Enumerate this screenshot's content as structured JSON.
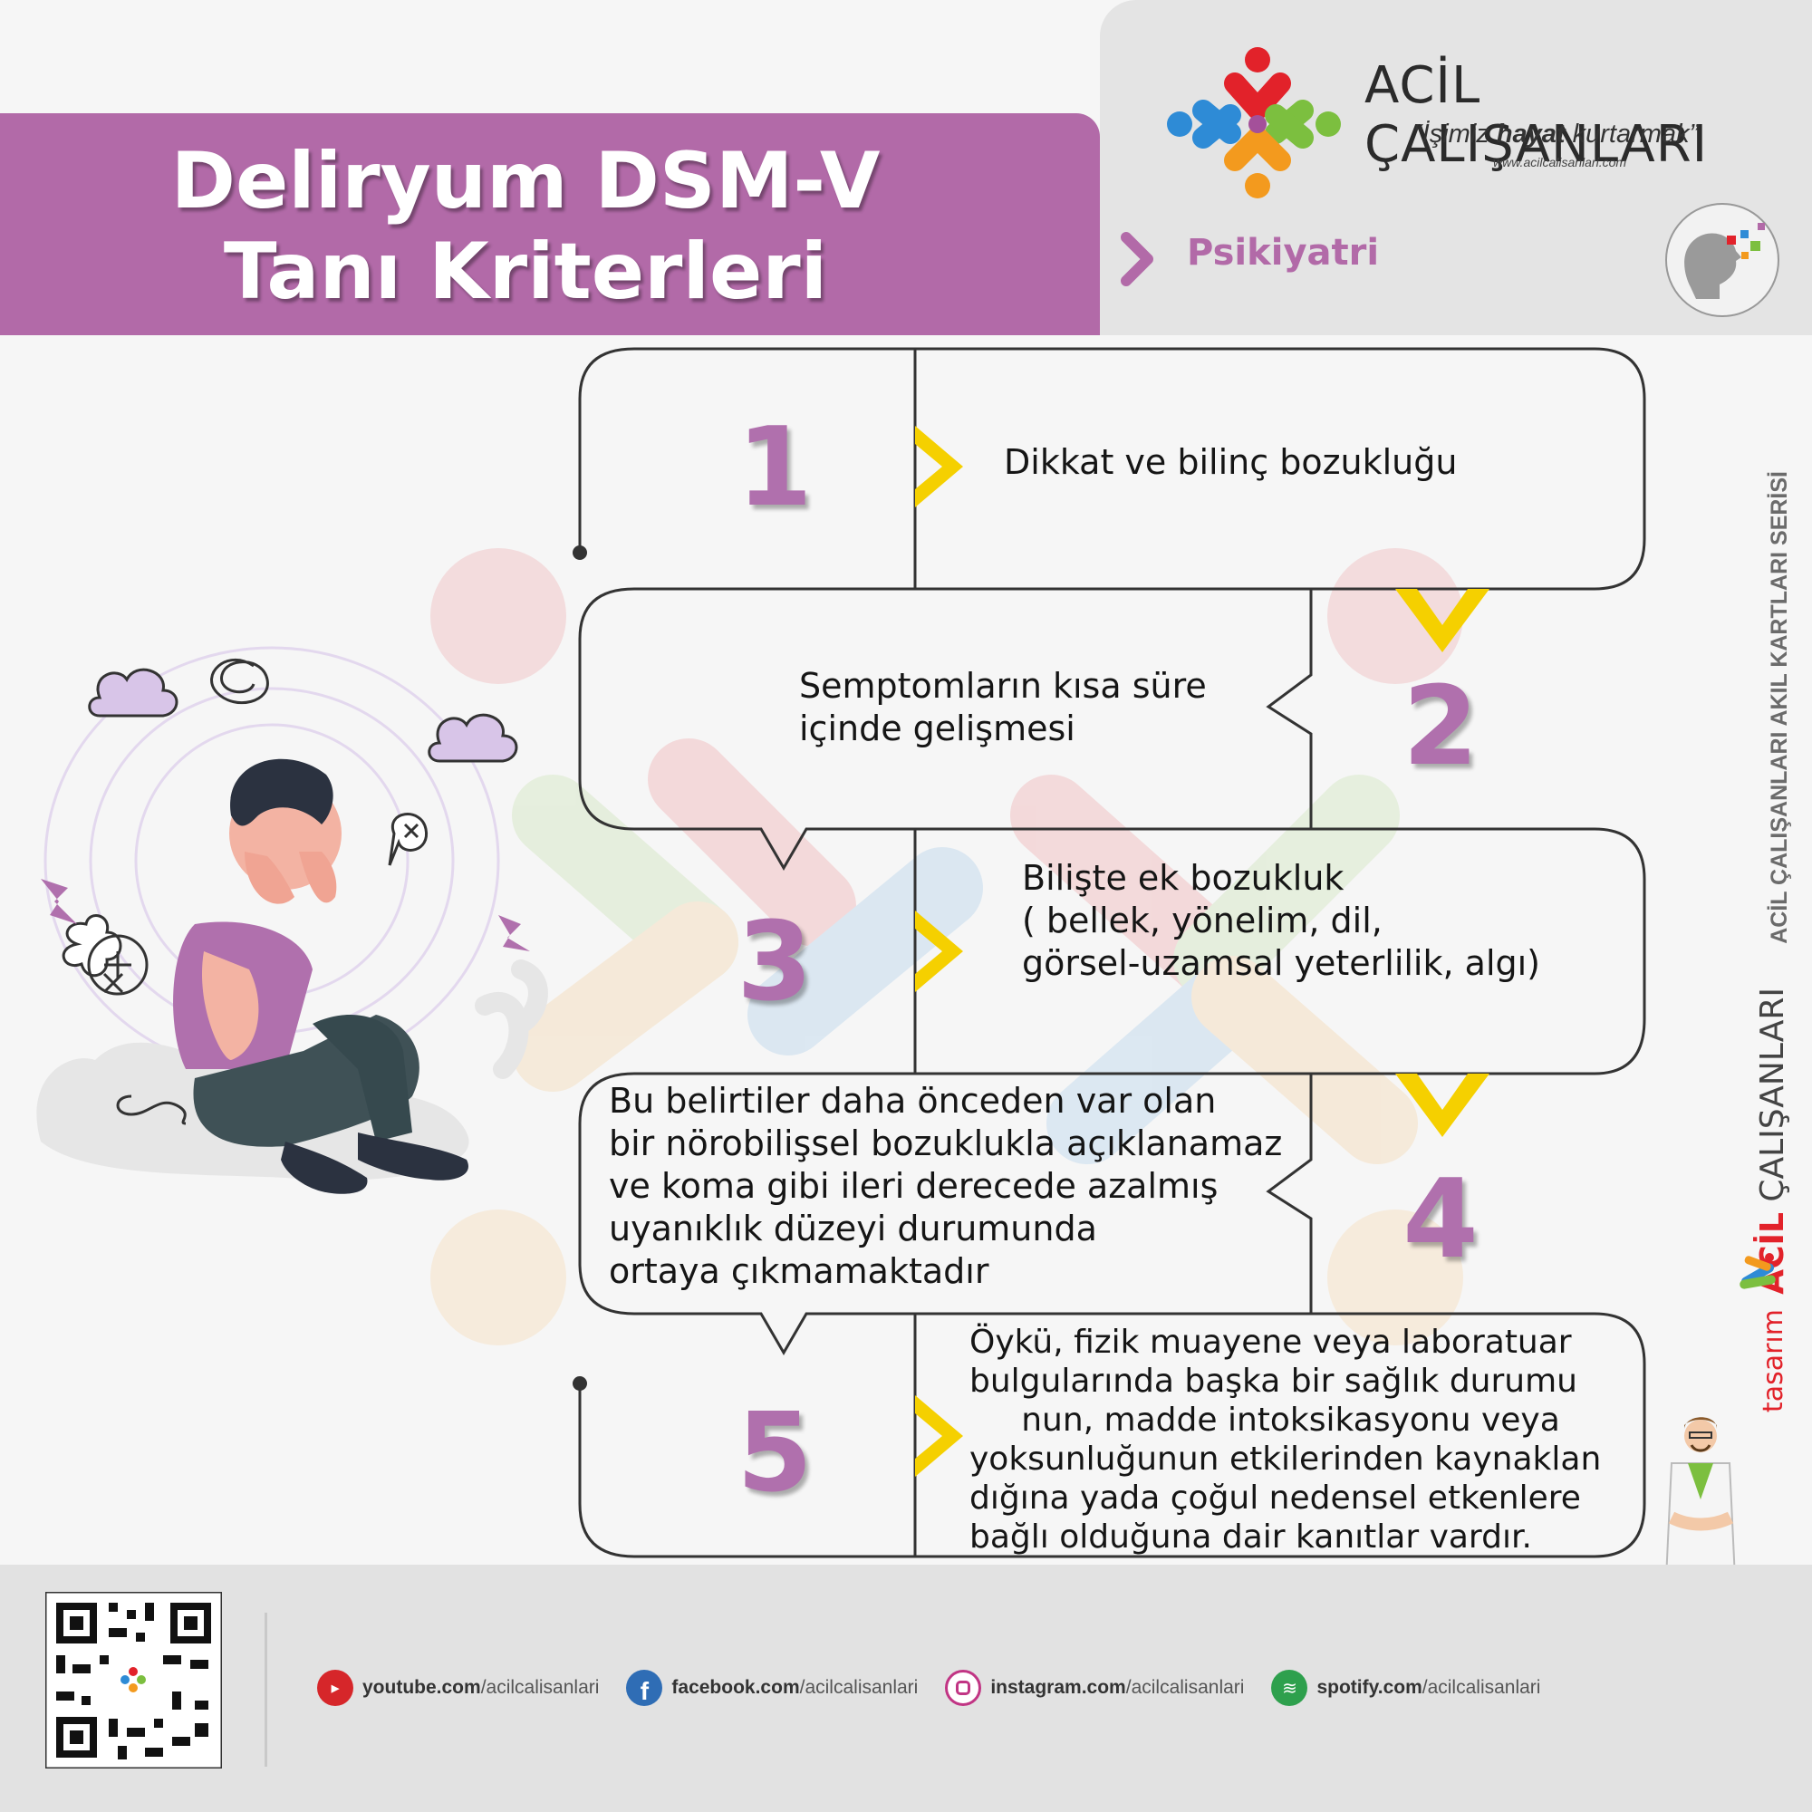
{
  "title": {
    "line1": "Deliryum DSM-V",
    "line2": "Tanı Kriterleri"
  },
  "brand": {
    "name": "ACİL ÇALIŞANLARI",
    "slogan_open": "“İşimiz ",
    "slogan_bold": "hayat",
    "slogan_close": " kurtarmak”",
    "url": "www.acilcalisanlari.com"
  },
  "category": {
    "label": "Psikiyatri"
  },
  "criteria": [
    {
      "number": "1",
      "text": "Dikkat ve bilinç bozukluğu"
    },
    {
      "number": "2",
      "text": "Semptomların kısa süre\niçinde gelişmesi"
    },
    {
      "number": "3",
      "text": "Bilişte ek bozukluk\n( bellek, yönelim, dil,\ngörsel-uzamsal yeterlilik, algı)"
    },
    {
      "number": "4",
      "text": "Bu belirtiler daha önceden var olan\nbir nörobilişsel bozuklukla açıklanamaz\nve koma gibi ileri derecede azalmış\nuyanıklık düzeyi durumunda\nortaya çıkmamaktadır"
    },
    {
      "number": "5",
      "text": "Öykü, fizik muayene veya laboratuar\nbulgularında başka bir sağlık durumu\n     nun, madde intoksikasyonu veya\nyoksunluğunun etkilerinden kaynaklan\ndığına yada çoğul nedensel etkenlere\nbağlı olduğuna dair kanıtlar vardır."
    }
  ],
  "side": {
    "series": "ACİL ÇALIŞANLARI AKIL KARTLARI SERİSİ",
    "brand_bold": "ACİL",
    "brand_rest": " ÇALIŞANLARI",
    "design": "tasarım"
  },
  "social": [
    {
      "site": "youtube.com",
      "handle": "/acilcalisanlari",
      "color": "#d6262a",
      "icon": "youtube-icon"
    },
    {
      "site": "facebook.com",
      "handle": "/acilcalisanlari",
      "color": "#2f6db5",
      "icon": "facebook-icon"
    },
    {
      "site": "instagram.com",
      "handle": "/acilcalisanlari",
      "color": "#c13584",
      "icon": "instagram-icon"
    },
    {
      "site": "spotify.com",
      "handle": "/acilcalisanlari",
      "color": "#2ea04d",
      "icon": "spotify-icon"
    }
  ],
  "colors": {
    "purple": "#b26aa8",
    "yellow": "#f5d000",
    "red": "#e2222a"
  }
}
